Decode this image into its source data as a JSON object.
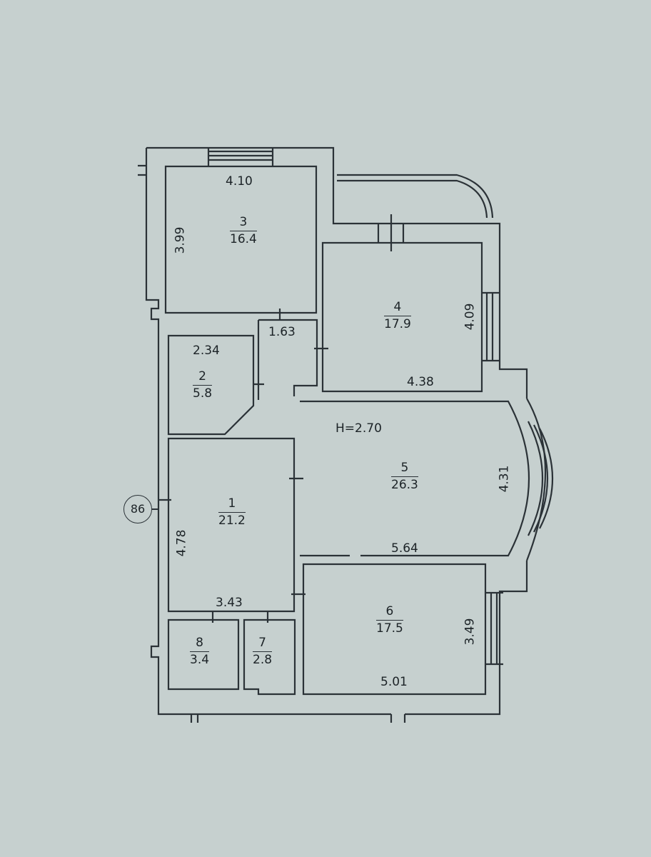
{
  "plan": {
    "height_label": "H=2.70",
    "axis_marker": "86",
    "rooms": [
      {
        "num": "1",
        "area": "21.2"
      },
      {
        "num": "2",
        "area": "5.8"
      },
      {
        "num": "3",
        "area": "16.4"
      },
      {
        "num": "4",
        "area": "17.9"
      },
      {
        "num": "5",
        "area": "26.3"
      },
      {
        "num": "6",
        "area": "17.5"
      },
      {
        "num": "7",
        "area": "2.8"
      },
      {
        "num": "8",
        "area": "3.4"
      }
    ],
    "dimensions": {
      "room3_width": "4.10",
      "room3_height": "3.99",
      "corridor_width": "1.63",
      "room2_width": "2.34",
      "room4_height": "4.09",
      "room4_width": "4.38",
      "room5_height": "4.31",
      "room5_width": "5.64",
      "room1_height": "4.78",
      "room1_width": "3.43",
      "room6_height": "3.49",
      "room6_width": "5.01"
    }
  }
}
